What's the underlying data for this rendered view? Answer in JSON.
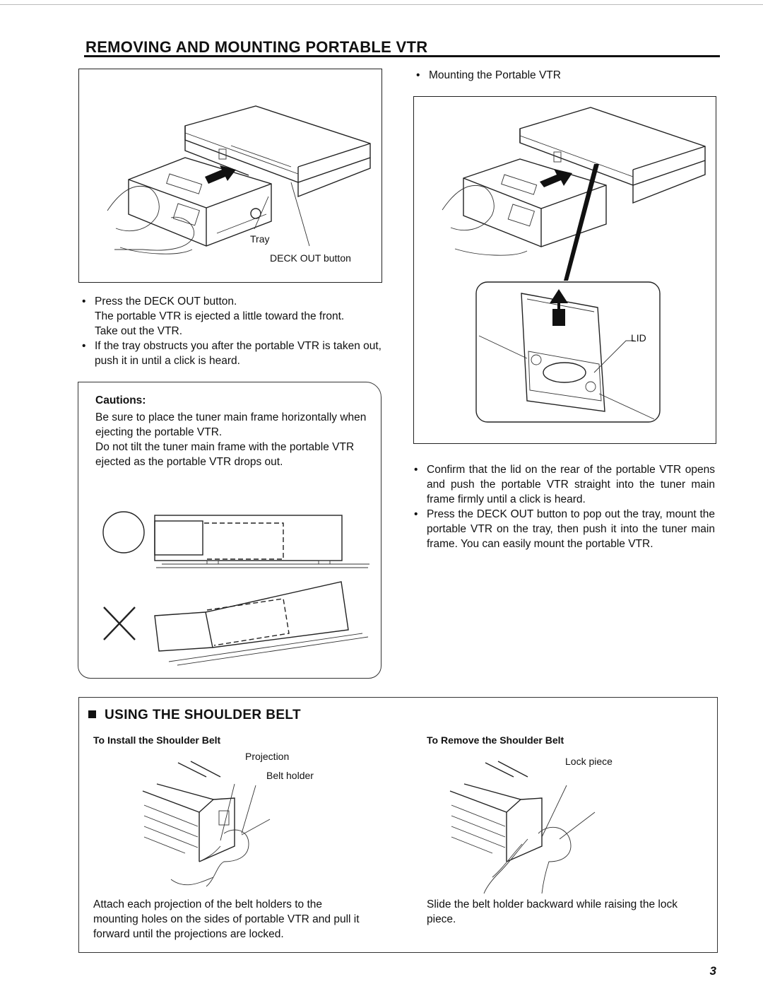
{
  "page": {
    "title": "REMOVING AND MOUNTING PORTABLE VTR",
    "page_number": "3"
  },
  "figure_remove": {
    "label_tray": "Tray",
    "label_deck_out": "DECK OUT button"
  },
  "remove_steps": [
    "Press the DECK OUT button.",
    "The portable VTR is ejected a little toward the front.",
    "Take out the VTR.",
    "If the tray obstructs you after the portable VTR is taken out, push it in until a click is heard."
  ],
  "cautions": {
    "title": "Cautions:",
    "line1": "Be sure to place the tuner main frame horizontally when ejecting the portable VTR.",
    "line2": "Do not tilt the tuner main frame with the portable VTR ejected as the portable VTR drops out.",
    "ok_symbol": "O",
    "ng_symbol": "X"
  },
  "mounting": {
    "heading": "Mounting the Portable VTR",
    "label_lid": "LID",
    "bullets": [
      "Confirm that the lid on the rear of the portable VTR opens and push the portable VTR straight into the tuner main frame firmly until a click is heard.",
      "Press the DECK OUT button to pop out the tray, mount the portable VTR on the tray, then push it into the tuner main frame. You can easily mount the portable VTR."
    ]
  },
  "shoulder_belt": {
    "heading": "USING THE SHOULDER BELT",
    "install": {
      "title": "To Install the Shoulder Belt",
      "label_projection": "Projection",
      "label_belt_holder": "Belt holder",
      "text": "Attach each projection of the belt holders to the mounting holes on the sides of portable VTR and pull it forward until the projections are locked."
    },
    "remove": {
      "title": "To Remove the Shoulder Belt",
      "label_lock_piece": "Lock piece",
      "text": "Slide the belt holder backward while raising the lock piece."
    }
  }
}
